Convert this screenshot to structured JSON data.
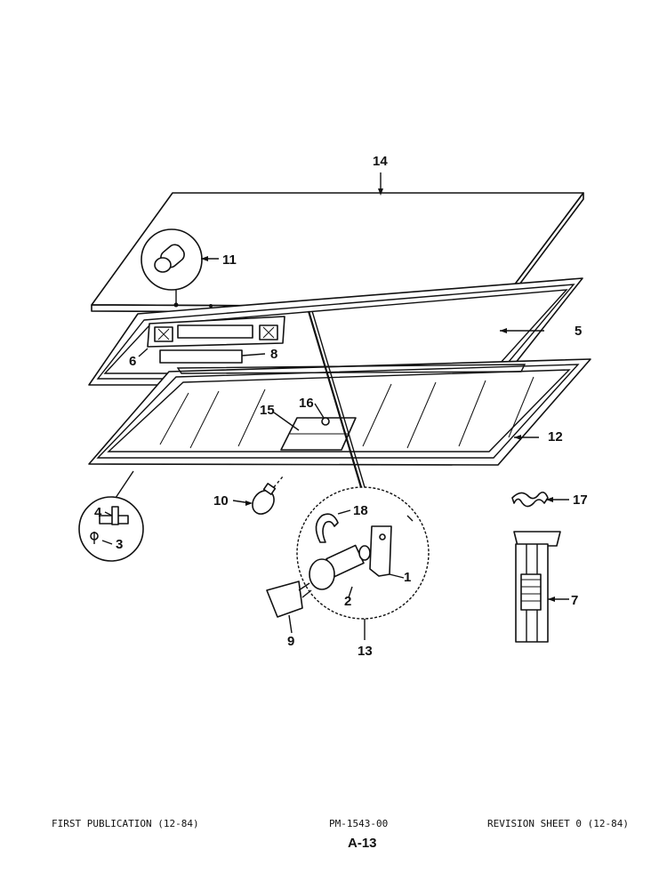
{
  "diagram": {
    "part_labels": {
      "p14": "14",
      "p11": "11",
      "p5": "5",
      "p6": "6",
      "p8": "8",
      "p16": "16",
      "p15": "15",
      "p12": "12",
      "p10": "10",
      "p18": "18",
      "p17": "17",
      "p4": "4",
      "p3": "3",
      "p1": "1",
      "p2": "2",
      "p7": "7",
      "p9": "9",
      "p13": "13"
    }
  },
  "footer": {
    "left": "FIRST PUBLICATION (12-84)",
    "center": "PM-1543-00",
    "right": "REVISION SHEET 0 (12-84)",
    "page": "A-13"
  }
}
